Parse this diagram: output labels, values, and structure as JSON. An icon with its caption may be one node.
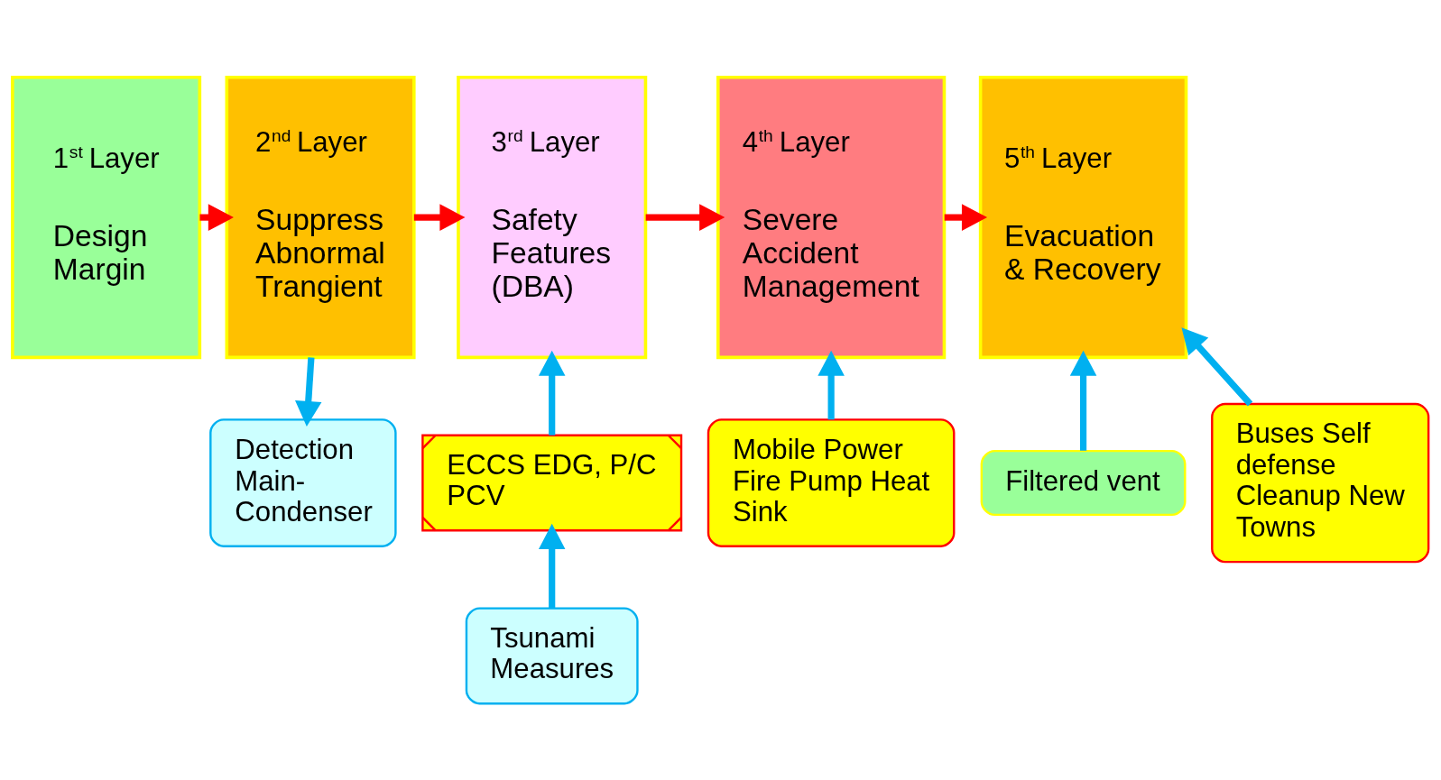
{
  "diagram": {
    "nodes": [
      {
        "text": [
          "1$^{st}$ Layer",
          "Design Margin"
        ]
      },
      {
        "text": [
          "2$^{nd}$ Layer",
          "Suppress Abnormal Trangient"
        ]
      },
      {
        "text": [
          "3$^{rd}$ Layer",
          "Safety Features (DBA)"
        ]
      },
      {
        "text": [
          "4$^{th}$ Layer",
          "Severe Accident Management"
        ]
      },
      {
        "text": [
          "5$^{th}$ Layer",
          "Evacuation & Recovery"
        ]
      },
      {
        "text": [
          "Detection Main- Condenser"
        ]
      },
      {
        "text": [
          "ECCS EDG, P/C PCV"
        ]
      },
      {
        "text": [
          "Tsunami Measures"
        ]
      },
      {
        "text": [
          "Mobile Power Fire Pump Heat Sink"
        ]
      },
      {
        "text": [
          "Filtered vent"
        ]
      },
      {
        "text": [
          "Buses Self defense Cleanup New Towns"
        ]
      }
    ],
    "edges": [
      {
        "from": 0,
        "to": 1,
        "arrow": "to",
        "color": "#ff0000"
      },
      {
        "from": 1,
        "to": 2,
        "arrow": "to",
        "color": "#ff0000"
      },
      {
        "from": 2,
        "to": 3,
        "arrow": "to",
        "color": "#ff0000"
      },
      {
        "from": 3,
        "to": 4,
        "arrow": "to",
        "color": "#ff0000"
      },
      {
        "from": 1,
        "to": 5,
        "arrow": "to"
      },
      {
        "from": 6,
        "to": 2,
        "arrow": "to"
      },
      {
        "from": 7,
        "to": 6,
        "arrow": "to"
      },
      {
        "from": 8,
        "to": 3,
        "arrow": "to"
      },
      {
        "from": 9,
        "to": 4,
        "arrow": "to"
      },
      {
        "from": 10,
        "to": 4,
        "arrow": "to"
      }
    ]
  }
}
